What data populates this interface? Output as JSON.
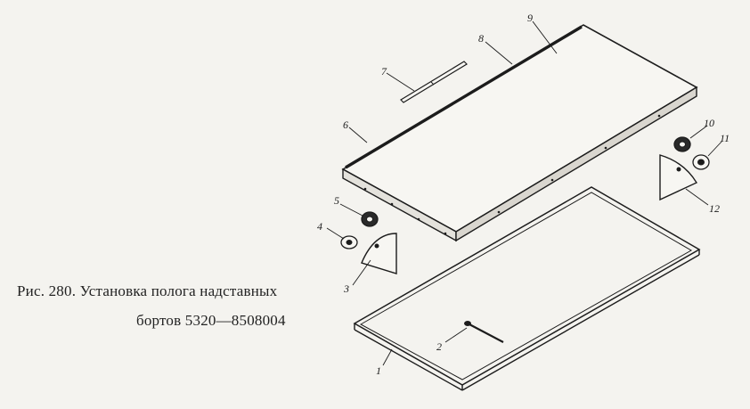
{
  "caption": {
    "line1": "Рис. 280. Установка полога надставных",
    "line2": "бортов 5320—8508004"
  },
  "callouts": [
    "1",
    "2",
    "3",
    "4",
    "5",
    "6",
    "7",
    "8",
    "9",
    "10",
    "11",
    "12"
  ]
}
